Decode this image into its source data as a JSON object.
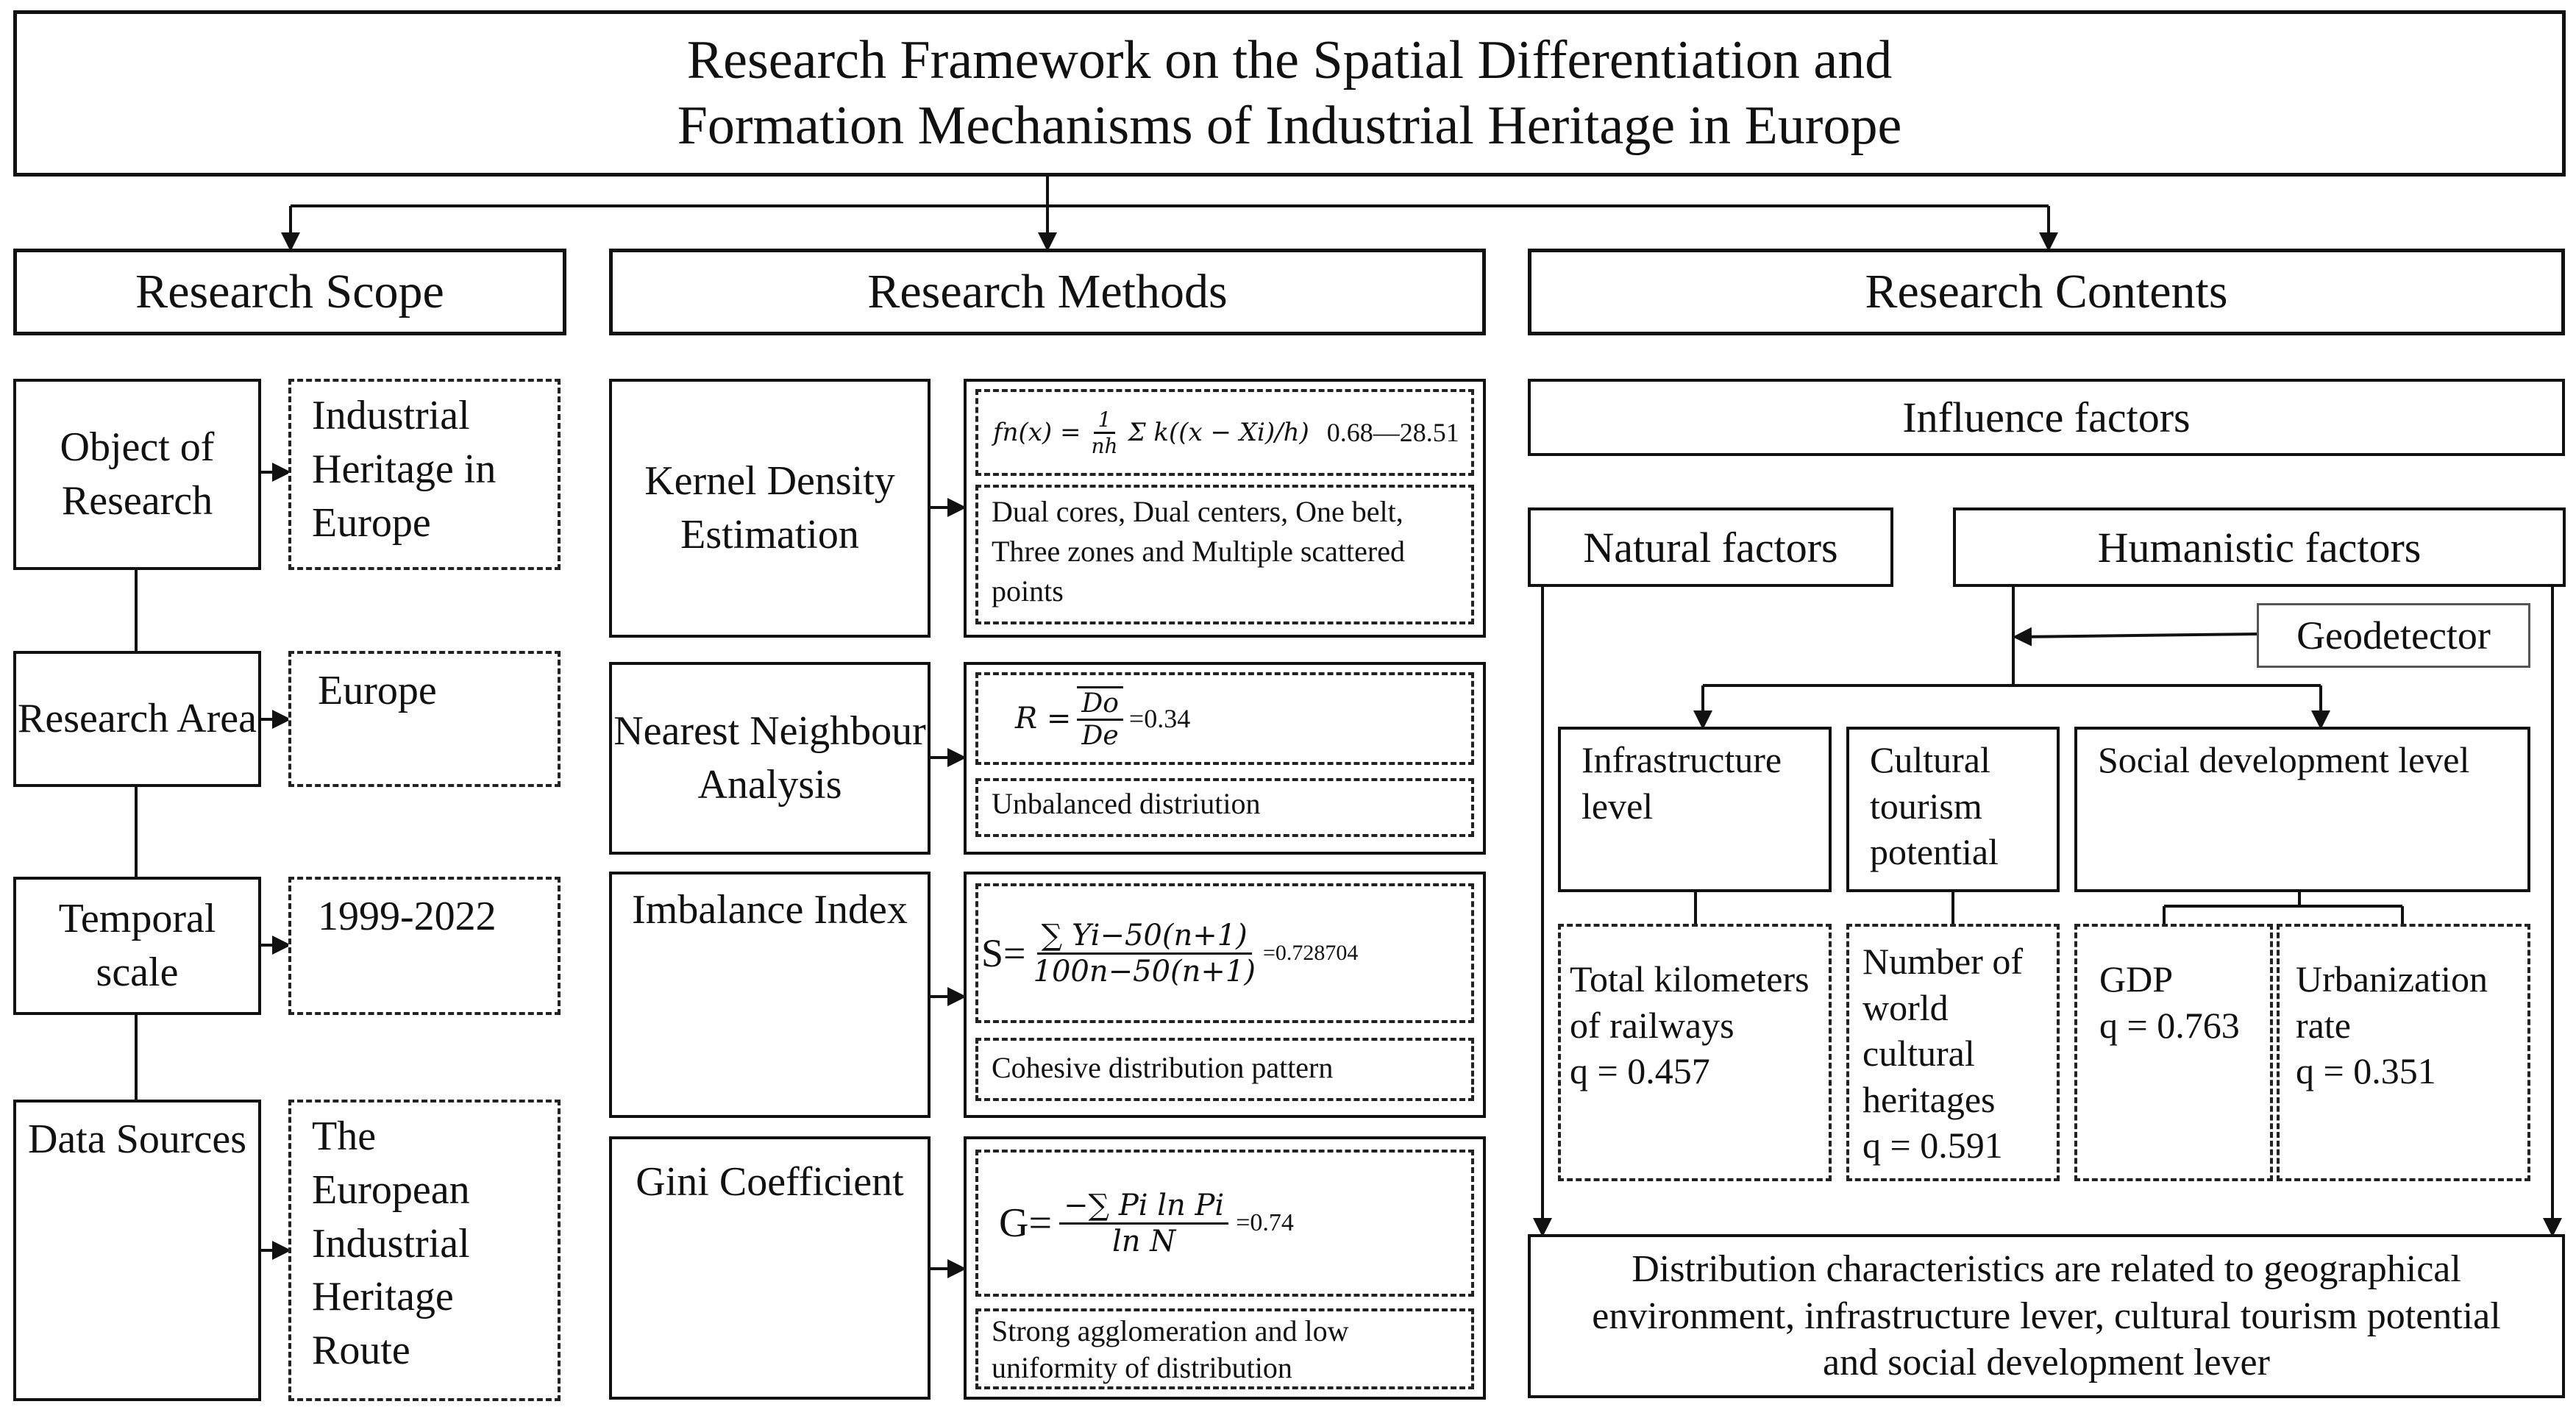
{
  "title": {
    "line1": "Research Framework on the Spatial Differentiation and",
    "line2": "Formation Mechanisms of Industrial Heritage in Europe"
  },
  "columns": {
    "scope": "Research Scope",
    "methods": "Research Methods",
    "contents": "Research Contents"
  },
  "scope": [
    {
      "label": "Object of Research",
      "value": "Industrial Heritage in Europe"
    },
    {
      "label": "Research Area",
      "value": "Europe"
    },
    {
      "label": "Temporal scale",
      "value": "1999-2022"
    },
    {
      "label": "Data Sources",
      "value": "The European Industrial Heritage Route"
    }
  ],
  "methods": [
    {
      "label": "Kernel Density Estimation",
      "formula_lhs": "fn(x) =",
      "formula_frac_num": "1",
      "formula_frac_den": "nh",
      "formula_sum": "Σ k((x − Xi)/h)",
      "formula_value": "0.68—28.51",
      "result": "Dual cores, Dual centers, One belt, Three zones and Multiple scattered points"
    },
    {
      "label": "Nearest Neighbour Analysis",
      "formula_lhs": "R =",
      "formula_frac_num": "Do",
      "formula_frac_den": "De",
      "formula_value": "=0.34",
      "result": "Unbalanced distriution"
    },
    {
      "label": "Imbalance Index",
      "formula_lhs": "S=",
      "formula_frac_num": "∑ Yi−50(n+1)",
      "formula_frac_den": "100n−50(n+1)",
      "formula_value": "=0.728704",
      "result": "Cohesive distribution pattern"
    },
    {
      "label": "Gini Coefficient",
      "formula_lhs": "G=",
      "formula_frac_num": "−∑ Pi ln Pi",
      "formula_frac_den": "ln N",
      "formula_value": "=0.74",
      "result": "Strong agglomeration and low uniformity of distribution"
    }
  ],
  "contents": {
    "influence": "Influence factors",
    "natural": "Natural factors",
    "humanistic": "Humanistic factors",
    "geodetector": "Geodetector",
    "infrastructure": "Infrastructure level",
    "cultural": "Cultural tourism potential",
    "social": "Social development level",
    "railways": "Total kilometers of railways",
    "railways_q": "q = 0.457",
    "heritages": "Number of world cultural heritages",
    "heritages_q": "q = 0.591",
    "gdp": "GDP",
    "gdp_q": "q = 0.763",
    "urban": "Urbanization rate",
    "urban_q": "q = 0.351",
    "conclusion": "Distribution characteristics are related to geographical environment, infrastructure lever, cultural tourism potential and social development lever"
  }
}
